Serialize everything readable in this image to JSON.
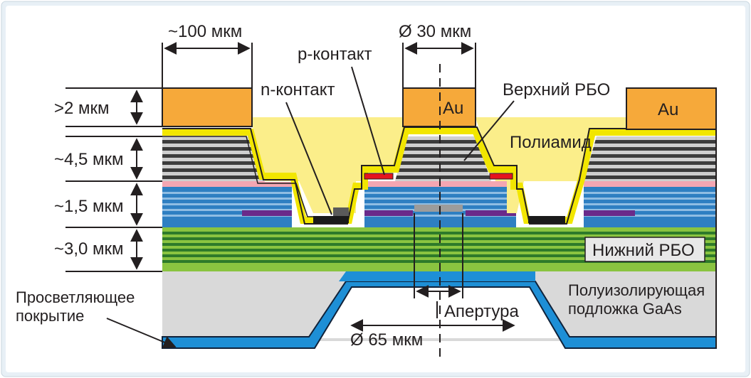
{
  "colors": {
    "background": "#e8f0f6",
    "gold": "#f6a93a",
    "yellow_line": "#f2e600",
    "polyimide": "#fbee8a",
    "dbr_dark": "#3c3c3c",
    "dbr_light": "#cfcfcf",
    "pink": "#f4a6b2",
    "blue": "#2e7fc2",
    "blue_dark": "#1d5da0",
    "purple": "#6a2a8a",
    "green_light": "#8ac440",
    "green_dark": "#2e7a2a",
    "substrate": "#d9d9d9",
    "ar_coat": "#1e8fd6",
    "red": "#e5141e",
    "contact_black": "#1a1a1a"
  },
  "labels": {
    "width_100": "~100 мкм",
    "diameter_30": "Ø 30 мкм",
    "p_contact": "p-контакт",
    "n_contact": "n-контакт",
    "top_dbr": "Верхний РБО",
    "au_center": "Au",
    "au_right": "Au",
    "polyimide": "Полиамид",
    "bottom_dbr": "Нижний РБО",
    "substrate_line1": "Полуизолирующая",
    "substrate_line2": "подложка GaAs",
    "aperture": "Апертура",
    "diameter_65": "Ø 65 мкм",
    "ar_line1": "Просветляющее",
    "ar_line2": "покрытие"
  },
  "thickness": [
    {
      "label": ">2 мкм"
    },
    {
      "label": "~4,5 мкм"
    },
    {
      "label": "~1,5 мкм"
    },
    {
      "label": "~3,0 мкм"
    }
  ]
}
